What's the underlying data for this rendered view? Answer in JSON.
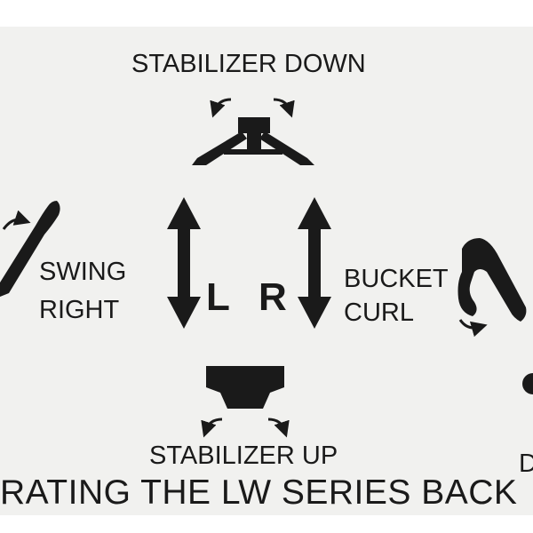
{
  "labels": {
    "stabilizer_down": "STABILIZER DOWN",
    "swing_right_line1": "SWING",
    "swing_right_line2": "RIGHT",
    "bucket_curl_line1": "BUCKET",
    "bucket_curl_line2": "CURL",
    "stabilizer_up": "STABILIZER UP",
    "right_edge_fragment": "D",
    "lever_left": "L",
    "lever_right": "R",
    "footer_text": "RATING THE LW SERIES BACK"
  },
  "colors": {
    "ink": "#1a1a1a",
    "decal_background": "#f1f1ef",
    "page_background": "#ffffff"
  },
  "icons": [
    "stabilizer-down-icon",
    "stabilizer-up-icon",
    "swing-boom-icon",
    "bucket-icon",
    "left-lever-arrow-icon",
    "right-lever-arrow-icon",
    "rotation-arrow-icon"
  ]
}
